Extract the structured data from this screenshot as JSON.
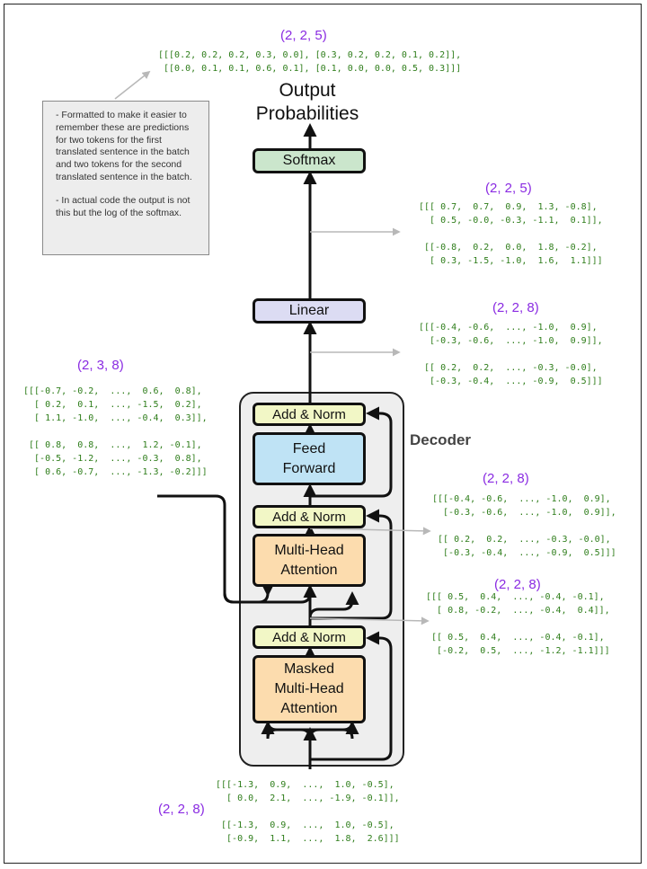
{
  "title": {
    "line1": "Output",
    "line2": "Probabilities"
  },
  "blocks": {
    "softmax": "Softmax",
    "linear": "Linear",
    "add_norm": "Add & Norm",
    "feed_forward": {
      "line1": "Feed",
      "line2": "Forward"
    },
    "mha": {
      "line1": "Multi-Head",
      "line2": "Attention"
    },
    "masked_mha": {
      "line1": "Masked",
      "line2": "Multi-Head",
      "line3": "Attention"
    }
  },
  "decoder_label": "Decoder",
  "note": {
    "p1": "- Formatted to make it easier to remember these are predictions for two tokens for the first translated sentence in the batch and two tokens for the second translated sentence in the batch.",
    "p2": "- In actual code the output is not this but the log of the softmax."
  },
  "tensors": {
    "output": {
      "shape": "(2, 2, 5)",
      "text": "[[[0.2, 0.2, 0.2, 0.3, 0.0], [0.3, 0.2, 0.2, 0.1, 0.2]],\n [[0.0, 0.1, 0.1, 0.6, 0.1], [0.1, 0.0, 0.0, 0.5, 0.3]]]"
    },
    "linear_out": {
      "shape": "(2, 2, 5)",
      "text": "[[[ 0.7,  0.7,  0.9,  1.3, -0.8],\n  [ 0.5, -0.0, -0.3, -1.1,  0.1]],\n\n [[-0.8,  0.2,  0.0,  1.8, -0.2],\n  [ 0.3, -1.5, -1.0,  1.6,  1.1]]]"
    },
    "decoder_out": {
      "shape": "(2, 2, 8)",
      "text": "[[[-0.4, -0.6,  ..., -1.0,  0.9],\n  [-0.3, -0.6,  ..., -1.0,  0.9]],\n\n [[ 0.2,  0.2,  ..., -0.3, -0.0],\n  [-0.3, -0.4,  ..., -0.9,  0.5]]]"
    },
    "encoder_out": {
      "shape": "(2, 3, 8)",
      "text": "[[[-0.7, -0.2,  ...,  0.6,  0.8],\n  [ 0.2,  0.1,  ..., -1.5,  0.2],\n  [ 1.1, -1.0,  ..., -0.4,  0.3]],\n\n [[ 0.8,  0.8,  ...,  1.2, -0.1],\n  [-0.5, -1.2,  ..., -0.3,  0.8],\n  [ 0.6, -0.7,  ..., -1.3, -0.2]]]"
    },
    "cross_attn_out": {
      "shape": "(2, 2, 8)",
      "text": "[[[-0.4, -0.6,  ..., -1.0,  0.9],\n  [-0.3, -0.6,  ..., -1.0,  0.9]],\n\n [[ 0.2,  0.2,  ..., -0.3, -0.0],\n  [-0.3, -0.4,  ..., -0.9,  0.5]]]"
    },
    "masked_attn_out": {
      "shape": "(2, 2, 8)",
      "text": "[[[ 0.5,  0.4,  ..., -0.4, -0.1],\n  [ 0.8, -0.2,  ..., -0.4,  0.4]],\n\n [[ 0.5,  0.4,  ..., -0.4, -0.1],\n  [-0.2,  0.5,  ..., -1.2, -1.1]]]"
    },
    "input": {
      "shape": "(2, 2, 8)",
      "text": "[[[-1.3,  0.9,  ...,  1.0, -0.5],\n  [ 0.0,  2.1,  ..., -1.9, -0.1]],\n\n [[-1.3,  0.9,  ...,  1.0, -0.5],\n  [-0.9,  1.1,  ...,  1.8,  2.6]]]"
    }
  },
  "colors": {
    "shape_label": "#8a2be2",
    "tensor_text": "#2e7d1a",
    "add_norm": "#f2f7c6",
    "feed_forward": "#bfe3f5",
    "attention": "#fcdcae",
    "linear": "#dcdcf3",
    "softmax": "#cbe6cc",
    "decoder_bg": "#eeeeee"
  }
}
